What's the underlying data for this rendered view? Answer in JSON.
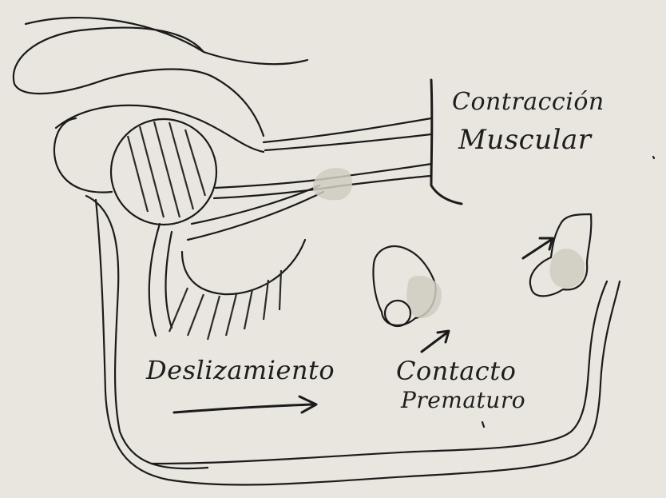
{
  "labels": {
    "contraccion": "Contracción",
    "muscular": "Muscular",
    "deslizamiento": "Deslizamiento",
    "contacto": "Contacto",
    "prematuro": "Prematuro"
  },
  "colors": {
    "paper": "#e9e6df",
    "ink": "#1b1b1b"
  }
}
